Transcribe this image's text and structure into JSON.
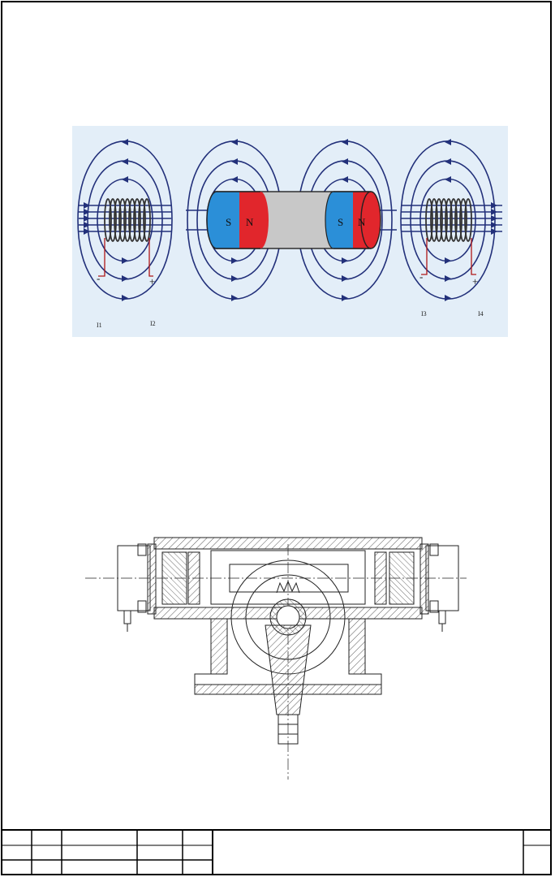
{
  "magnet_figure": {
    "pole_labels": [
      "S",
      "N",
      "S",
      "N"
    ],
    "terminal_labels": [
      "-",
      "+",
      "-",
      "+"
    ],
    "marker_labels": [
      "I1",
      "I2",
      "I3",
      "I4"
    ],
    "colors": {
      "background": "#e3eef8",
      "field_line": "#22307a",
      "south_pole": "#2b8fd8",
      "north_pole": "#e1262c",
      "body": "#c8c8c8",
      "coil": "#333333",
      "lead": "#b01818"
    }
  },
  "drawing_figure": {
    "line_color": "#222222"
  },
  "title_block": {
    "cells": []
  }
}
